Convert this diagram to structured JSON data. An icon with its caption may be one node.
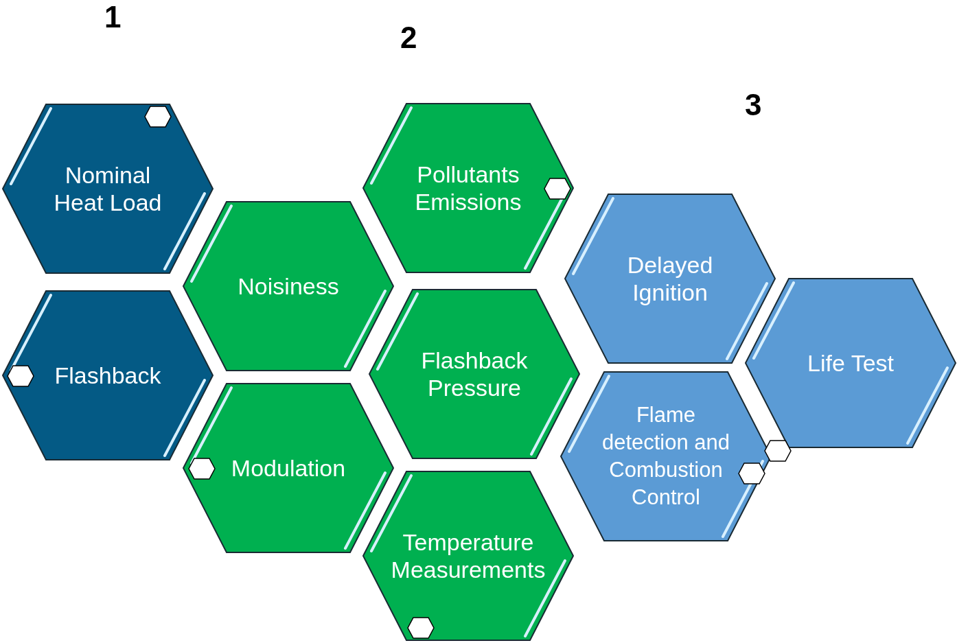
{
  "diagram": {
    "nodes": [
      {
        "text": [
          "Nominal Heat Load"
        ]
      },
      {
        "text": [
          "Flashback"
        ]
      },
      {
        "text": [
          "Noisiness"
        ]
      },
      {
        "text": [
          "Modulation"
        ]
      },
      {
        "text": [
          "Pollutants Emissions"
        ]
      },
      {
        "text": [
          "Flashback Pressure"
        ]
      },
      {
        "text": [
          "Temperature Measurements"
        ]
      },
      {
        "text": [
          "Delayed Ignition"
        ]
      },
      {
        "text": [
          "Flame detection and Combustion Control"
        ]
      },
      {
        "text": [
          "Life Test"
        ]
      }
    ],
    "edges": [],
    "labels": [
      "1",
      "2",
      "3"
    ]
  }
}
